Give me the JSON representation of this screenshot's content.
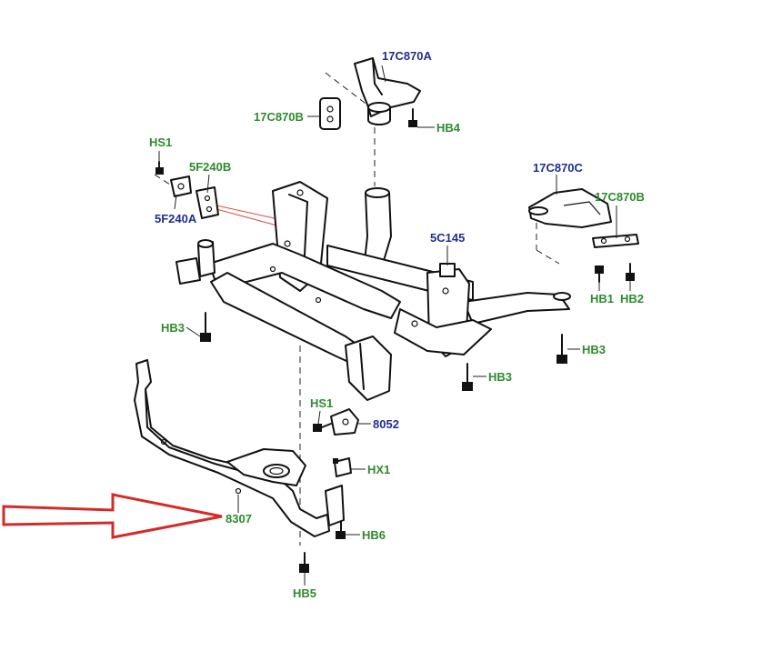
{
  "labels": {
    "17C870A": "17C870A",
    "17C870B_top": "17C870B",
    "HB4": "HB4",
    "HS1_top": "HS1",
    "5F240B": "5F240B",
    "5F240A": "5F240A",
    "17C870C": "17C870C",
    "17C870B_right": "17C870B",
    "5C145": "5C145",
    "HB1": "HB1",
    "HB2": "HB2",
    "HB3_left": "HB3",
    "HB3_right": "HB3",
    "HB3_center": "HB3",
    "HS1_mid": "HS1",
    "8052": "8052",
    "HX1": "HX1",
    "8307": "8307",
    "HB6": "HB6",
    "HB5": "HB5"
  },
  "colors": {
    "green_label": "#2e8b2e",
    "blue_label": "#1f2f8f",
    "arrow": "#d42a2a",
    "linework": "#111111"
  },
  "highlight": {
    "icon": "right-arrow-icon",
    "target": "8307"
  }
}
